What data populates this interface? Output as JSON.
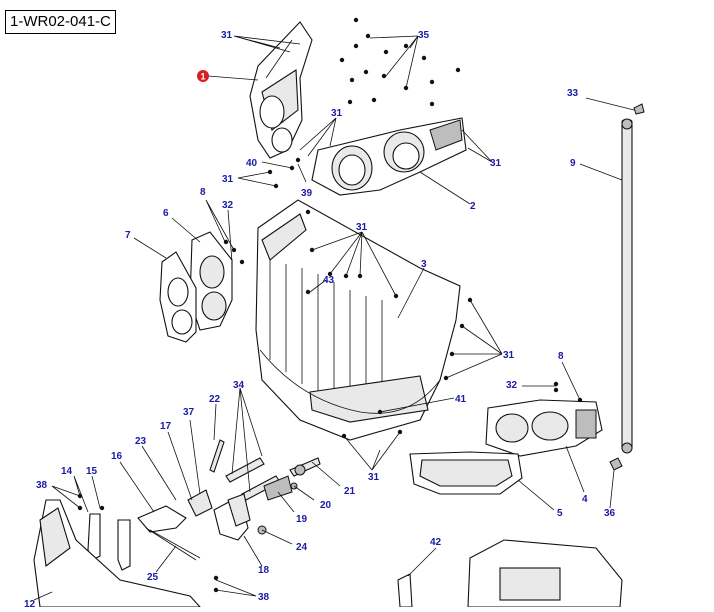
{
  "diagram": {
    "reference_code": "1-WR02-041-C",
    "callout_badge": "1",
    "colors": {
      "label": "#1a1aa6",
      "badge": "#d81e1e",
      "line": "#111111"
    },
    "labels": {
      "l31a": "31",
      "l35": "35",
      "l1n": "1",
      "l31b": "31",
      "l40": "40",
      "l31c": "31",
      "l39": "39",
      "l31d": "31",
      "l2": "2",
      "l33": "33",
      "l9": "9",
      "l8a": "8",
      "l6": "6",
      "l32a": "32",
      "l7": "7",
      "l31e": "31",
      "l3": "3",
      "l43": "43",
      "l31f": "31",
      "l8b": "8",
      "l32b": "32",
      "l41": "41",
      "l34": "34",
      "l22": "22",
      "l37": "37",
      "l17": "17",
      "l23": "23",
      "l16": "16",
      "l31g": "31",
      "l21": "21",
      "l14": "14",
      "l15": "15",
      "l38a": "38",
      "l20": "20",
      "l19": "19",
      "l4": "4",
      "l5": "5",
      "l36": "36",
      "l24": "24",
      "l25": "25",
      "l18": "18",
      "l42": "42",
      "l12": "12",
      "l38b": "38"
    }
  }
}
